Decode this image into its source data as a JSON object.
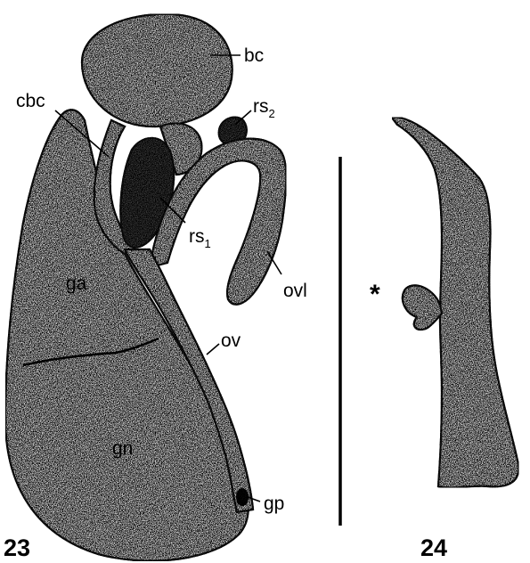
{
  "figures": [
    {
      "number": "23",
      "labels": {
        "bc": "bc",
        "cbc": "cbc",
        "rs2": {
          "base": "rs",
          "sub": "2"
        },
        "rs1": {
          "base": "rs",
          "sub": "1"
        },
        "ga": "ga",
        "ovl": "ovl",
        "ov": "ov",
        "gn": "gn",
        "gp": "gp"
      }
    },
    {
      "number": "24",
      "marker": "*"
    }
  ],
  "colors": {
    "organ_fill": "#cfcfcf",
    "dark_fill": "#3a3a3a",
    "outline": "#1a1a1a"
  }
}
